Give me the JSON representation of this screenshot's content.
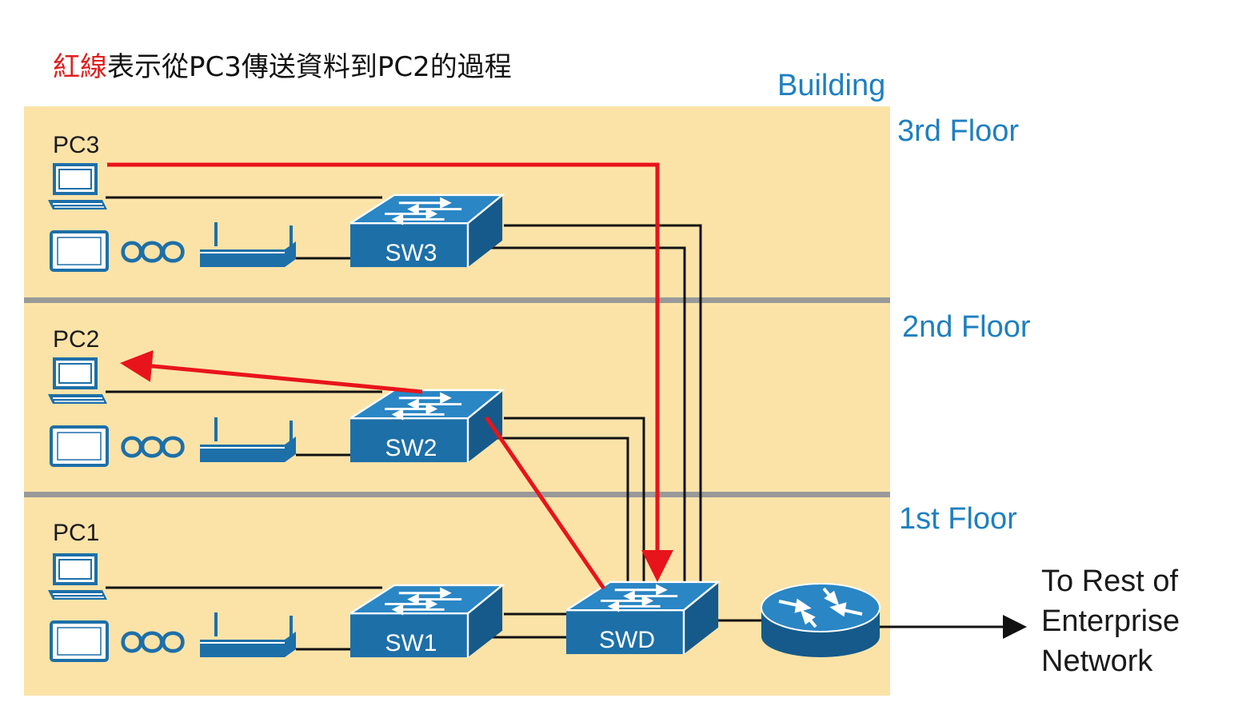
{
  "title": {
    "red_part": "紅線",
    "rest": "表示從PC3傳送資料到PC2的過程"
  },
  "building_label": "Building",
  "floors": {
    "third": "3rd Floor",
    "second": "2nd Floor",
    "first": "1st Floor"
  },
  "pcs": {
    "pc3": "PC3",
    "pc2": "PC2",
    "pc1": "PC1"
  },
  "switches": {
    "sw3": "SW3",
    "sw2": "SW2",
    "sw1": "SW1",
    "swd": "SWD"
  },
  "destination": {
    "line1": "To Rest of",
    "line2": "Enterprise",
    "line3": "Network"
  },
  "colors": {
    "floor_fill": "#fbe3a8",
    "device_blue": "#1d6fa8",
    "path_red": "#e8141b",
    "label_blue": "#1f7fc0",
    "divider": "#999999"
  }
}
